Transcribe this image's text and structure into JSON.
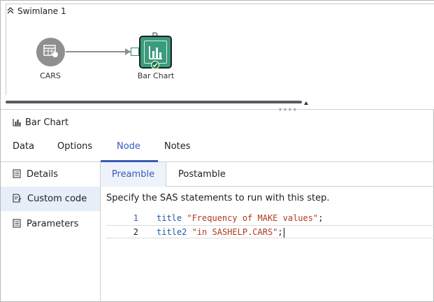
{
  "canvas": {
    "swimlane_title": "Swimlane 1",
    "nodes": [
      {
        "label": "CARS",
        "icon": "table-icon"
      },
      {
        "label": "Bar Chart",
        "icon": "bar-chart-icon",
        "status": "check-icon"
      }
    ]
  },
  "pane": {
    "title": "Bar Chart",
    "tabs": [
      {
        "label": "Data"
      },
      {
        "label": "Options"
      },
      {
        "label": "Node",
        "selected": true
      },
      {
        "label": "Notes"
      }
    ],
    "side_nav": [
      {
        "label": "Details",
        "icon": "details-icon"
      },
      {
        "label": "Custom code",
        "icon": "code-icon",
        "selected": true
      },
      {
        "label": "Parameters",
        "icon": "list-icon"
      }
    ],
    "subtabs": [
      {
        "label": "Preamble",
        "selected": true
      },
      {
        "label": "Postamble"
      }
    ],
    "instructions": "Specify the SAS statements to run with this step.",
    "code_lines": [
      {
        "number": "1",
        "keyword": "title",
        "string": "\"Frequency of MAKE values\"",
        "tail": ";"
      },
      {
        "number": "2",
        "keyword": "title2",
        "string": "\"in SASHELP.CARS\"",
        "tail": ";"
      }
    ]
  },
  "colors": {
    "accent": "#3a5ab8",
    "node_green": "#3a9b7e",
    "string": "#b03a1e",
    "keyword": "#1f5aa8"
  }
}
